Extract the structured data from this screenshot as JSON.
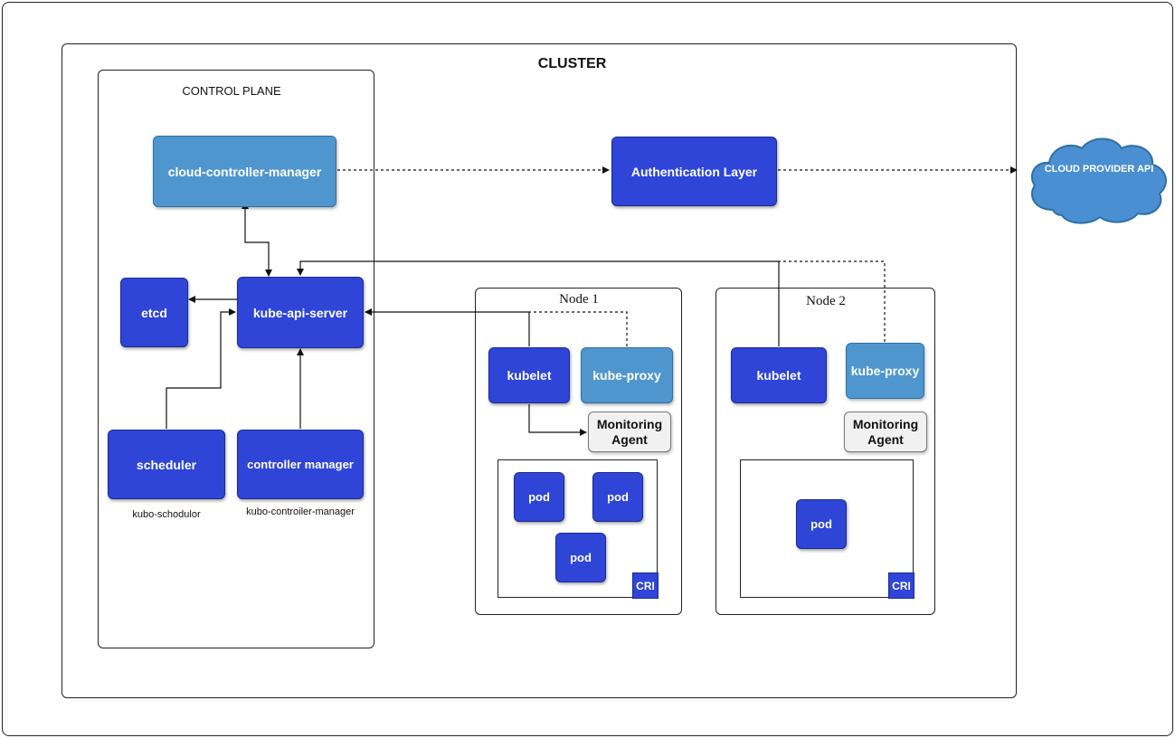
{
  "cluster": {
    "title": "CLUSTER"
  },
  "control_plane": {
    "title": "CONTROL PLANE",
    "cloud_controller_manager": "cloud-controller-manager",
    "etcd": "etcd",
    "kube_api_server": "kube-api-server",
    "scheduler": "scheduler",
    "scheduler_caption": "kubo-schodulor",
    "controller_manager": "controller manager",
    "controller_manager_caption": "kubo-controiler-manager"
  },
  "authentication_layer": "Authentication Layer",
  "cloud_provider_api": "CLOUD PROVIDER API",
  "nodes": [
    {
      "title": "Node 1",
      "kubelet": "kubelet",
      "kube_proxy": "kube-proxy",
      "monitoring_agent": "Monitoring Agent",
      "pods": [
        "pod",
        "pod",
        "pod"
      ],
      "cri": "CRI"
    },
    {
      "title": "Node 2",
      "kubelet": "kubelet",
      "kube_proxy": "kube-proxy",
      "monitoring_agent": "Monitoring Agent",
      "pods": [
        "pod"
      ],
      "cri": "CRI"
    }
  ],
  "colors": {
    "dark_blue": "#2f45d8",
    "light_blue": "#4f96cf",
    "cloud_blue": "#4a8fd1"
  }
}
